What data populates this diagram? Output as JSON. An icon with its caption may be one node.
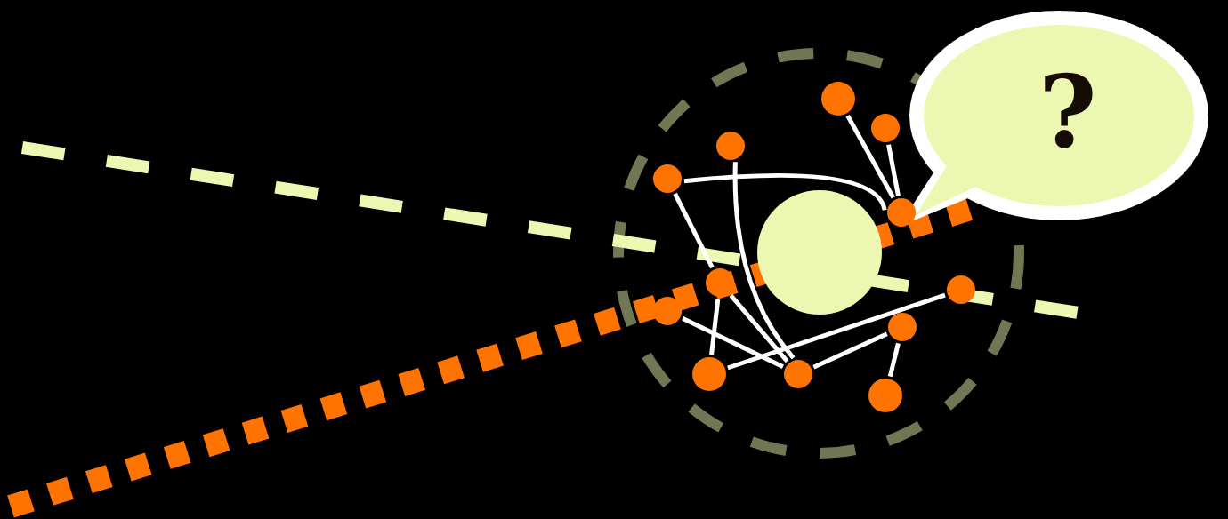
{
  "diagram": {
    "nodes": [
      {
        "text": [],
        "shape": "circle"
      },
      {
        "text": [
          "?"
        ]
      },
      {
        "text": [],
        "shape": "circle"
      },
      {
        "text": [],
        "shape": "circle"
      },
      {
        "text": [],
        "shape": "circle"
      },
      {
        "text": [],
        "shape": "circle"
      },
      {
        "text": [],
        "shape": "circle"
      },
      {
        "text": [],
        "shape": "circle"
      },
      {
        "text": [],
        "shape": "circle"
      },
      {
        "text": [],
        "shape": "circle"
      },
      {
        "text": [],
        "shape": "circle"
      },
      {
        "text": [],
        "shape": "circle"
      },
      {
        "text": [],
        "shape": "circle"
      },
      {
        "text": [],
        "shape": "circle"
      }
    ],
    "edges": [
      {
        "from": 0,
        "to": 5,
        "arrow": "none"
      },
      {
        "from": 2,
        "to": 5,
        "arrow": "none"
      },
      {
        "from": 4,
        "to": 5,
        "arrow": "none"
      },
      {
        "from": 4,
        "to": 7,
        "arrow": "none"
      },
      {
        "from": 3,
        "to": 12,
        "arrow": "none"
      },
      {
        "from": 7,
        "to": 11,
        "arrow": "none"
      },
      {
        "from": 7,
        "to": 12,
        "arrow": "none"
      },
      {
        "from": 9,
        "to": 12,
        "arrow": "none"
      },
      {
        "from": 11,
        "to": 8,
        "arrow": "none"
      },
      {
        "from": 12,
        "to": 10,
        "arrow": "none"
      },
      {
        "from": 10,
        "to": 13,
        "arrow": "none"
      }
    ]
  }
}
